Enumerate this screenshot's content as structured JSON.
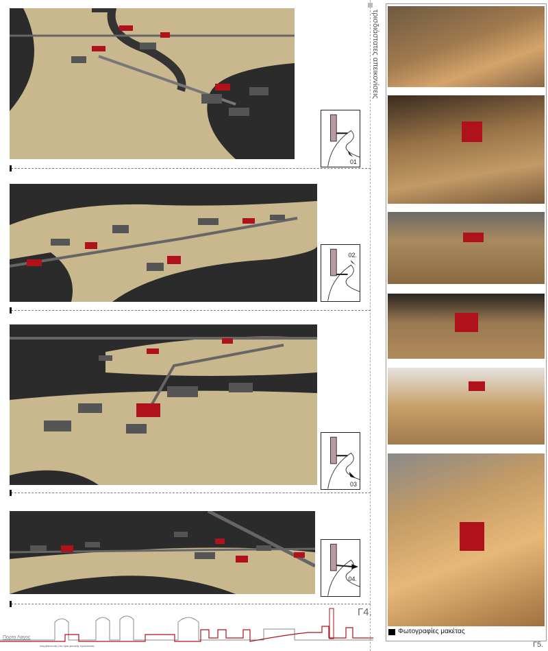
{
  "vertical_title": "τρισδιάστατες απεικονίσεις",
  "views": [
    {
      "label": "01"
    },
    {
      "label": "02."
    },
    {
      "label": "03"
    },
    {
      "label": "04."
    }
  ],
  "sheet_left": {
    "code": "Γ4.",
    "place": "Πορτο Λαγος",
    "subtitle": "επεμβαίνοντας στα όρια φυσικής προστασίας"
  },
  "sheet_right": {
    "caption": "Φωτογραφίες μακέτας",
    "code": "Γ5."
  },
  "colors": {
    "ground": "#c9b88e",
    "water": "#2b2b2b",
    "accent": "#b0121b",
    "model": "#c8955a"
  }
}
